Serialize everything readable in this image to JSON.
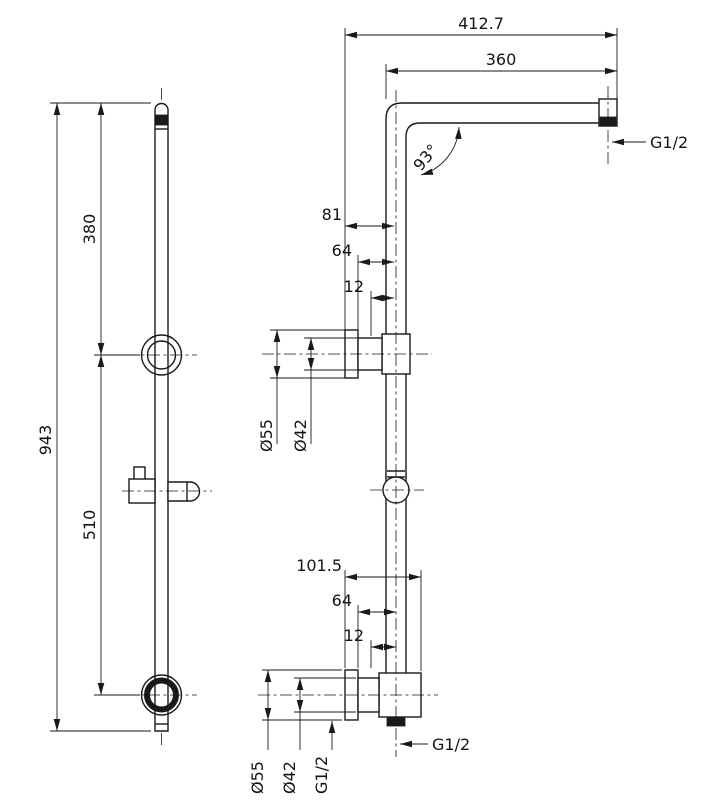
{
  "drawing": {
    "background": "#ffffff",
    "line_color": "#1a1a1a"
  },
  "left_view": {
    "dims": {
      "overall": "943",
      "upper": "380",
      "lower": "510"
    }
  },
  "right_view": {
    "dims": {
      "overall_width": "412.7",
      "arm": "360",
      "angle": "93°",
      "head_thread": "G1/2",
      "upper": {
        "wall_offset": "81",
        "mid_offset": "64",
        "flange_thickness": "12",
        "flange_diameter": "Ø55",
        "pipe_diameter": "Ø42"
      },
      "lower": {
        "wall_offset": "101.5",
        "mid_offset": "64",
        "flange_thickness": "12",
        "flange_diameter": "Ø55",
        "pipe_diameter": "Ø42",
        "outlet_thread": "G1/2"
      },
      "bottom_thread": "G1/2"
    }
  }
}
